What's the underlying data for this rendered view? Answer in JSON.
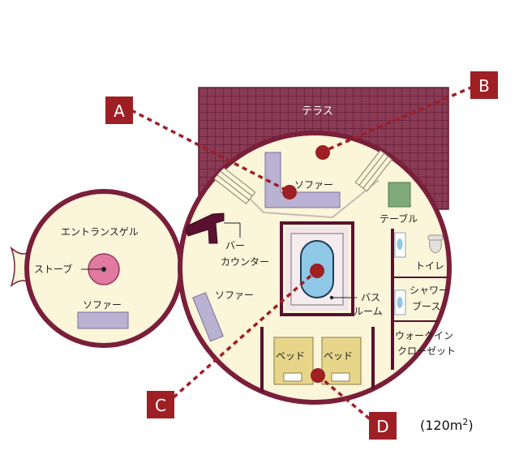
{
  "colors": {
    "wall": "#7a1f3a",
    "floor": "#fbf5d9",
    "terrace": "#8a3a55",
    "terrace_grid": "#5c1a30",
    "furniture": "#b9b2d2",
    "furniture_stroke": "#7a6fa0",
    "marker": "#9e1f24",
    "table": "#7faa7a",
    "stove": "#e07aa0",
    "bed": "#e7d68a",
    "bath_water": "#8fc7e6"
  },
  "labels": {
    "terrace": "テラス",
    "entrance_ger": "エントランスゲル",
    "stove": "ストーブ",
    "sofa_small": "ソファー",
    "sofa_top": "ソファー",
    "sofa_left": "ソファー",
    "table": "テーブル",
    "bar_line1": "バー",
    "bar_line2": "カウンター",
    "bath_line1": "バス",
    "bath_line2": "ルーム",
    "toilet": "トイレ",
    "shower_line1": "シャワー",
    "shower_line2": "ブース",
    "closet_line1": "ウォークイン",
    "closet_line2": "クローゼット",
    "bed_left": "ベッド",
    "bed_right": "ベッド"
  },
  "markers": {
    "a": "A",
    "b": "B",
    "c": "C",
    "d": "D"
  },
  "area": {
    "prefix": "(120m",
    "sup": "2",
    "suffix": ")"
  }
}
